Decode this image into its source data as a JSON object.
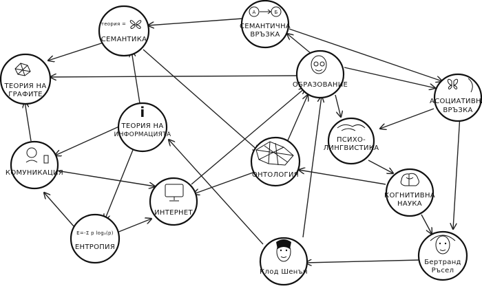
{
  "nodes": {
    "semantics": {
      "label": "СЕМАНТИКА",
      "formula": "теория =",
      "icon": "butterfly-icon"
    },
    "semantic_link": {
      "label1": "СЕМАНТИЧНА",
      "label2": "ВРЪЗКА",
      "letter_a": "А",
      "letter_b": "Б",
      "icon": "a-to-b-icon"
    },
    "graph_theory": {
      "label1": "ТЕОРИЯ НА",
      "label2": "ГРАФИТЕ",
      "icon": "graph-icon"
    },
    "education": {
      "label": "ОБРАЗОВАНИЕ",
      "icon": "professor-face-icon"
    },
    "associative_link": {
      "label1": "АСОЦИАТИВНА",
      "label2": "ВРЪЗКА",
      "icon": "butterfly-head-icon"
    },
    "information_theory": {
      "label1": "ТЕОРИЯ НА",
      "label2": "ИНФОРМАЦИЯТА",
      "glyph": "i"
    },
    "psycholinguistics": {
      "label1": "ПСИХО-",
      "label2": "ЛИНГВИСТИКА",
      "icon": "lines-icon"
    },
    "communication": {
      "label": "КОМУНИКАЦИЯ",
      "icon": "person-phone-icon"
    },
    "ontology": {
      "label": "ОНТОЛОГИЯ",
      "icon": "network-mesh-icon"
    },
    "cognitive_science": {
      "label1": "КОГНИТИВНА",
      "label2": "НАУКА",
      "icon": "brain-icon"
    },
    "internet": {
      "label": "ИНТЕРНЕТ",
      "icon": "monitor-icon"
    },
    "entropy": {
      "label": "ЕНТРОПИЯ",
      "formula": "E=-Σ p logₐ(p)"
    },
    "claude_shannon": {
      "label": "Клод Шенън",
      "icon": "shannon-portrait-icon"
    },
    "bertrand_russell": {
      "label1": "Бертранд",
      "label2": "Ръсел",
      "icon": "russell-portrait-icon"
    }
  }
}
